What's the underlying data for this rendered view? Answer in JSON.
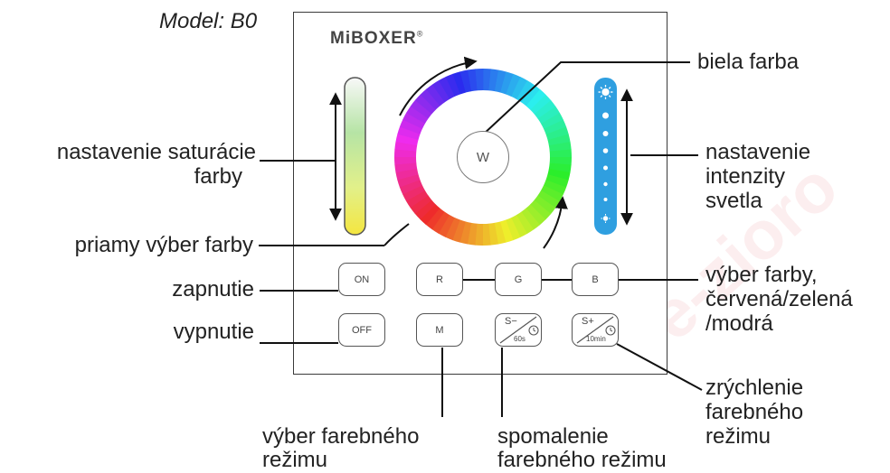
{
  "model": "Model: B0",
  "brand": "MiBOXER",
  "brand_mark": "®",
  "watermark": "e-zioro",
  "wheel": {
    "center_label": "W"
  },
  "buttons": {
    "on": "ON",
    "off": "OFF",
    "r": "R",
    "g": "G",
    "b": "B",
    "m": "M",
    "speed_down": "S−",
    "speed_down_timer": "60s",
    "speed_up": "S+",
    "speed_up_timer": "10min"
  },
  "labels": {
    "white": "biela farba",
    "saturation_1": "nastavenie saturácie",
    "saturation_2": "farby",
    "brightness_1": "nastavenie",
    "brightness_2": "intenzity",
    "brightness_3": "svetla",
    "direct": "priamy výber farby",
    "on": "zapnutie",
    "off": "vypnutie",
    "rgb_1": "výber farby,",
    "rgb_2": "červená/zelená",
    "rgb_3": "/modrá",
    "mode_1": "výber farebného",
    "mode_2": "režimu",
    "slow_1": "spomalenie",
    "slow_2": "farebného režimu",
    "fast_1": "zrýchlenie",
    "fast_2": "farebného",
    "fast_3": "režimu"
  },
  "colors": {
    "slider_blue": "#2f9fe0",
    "watermark": "#e0202a",
    "outline": "#3a3a3a"
  }
}
